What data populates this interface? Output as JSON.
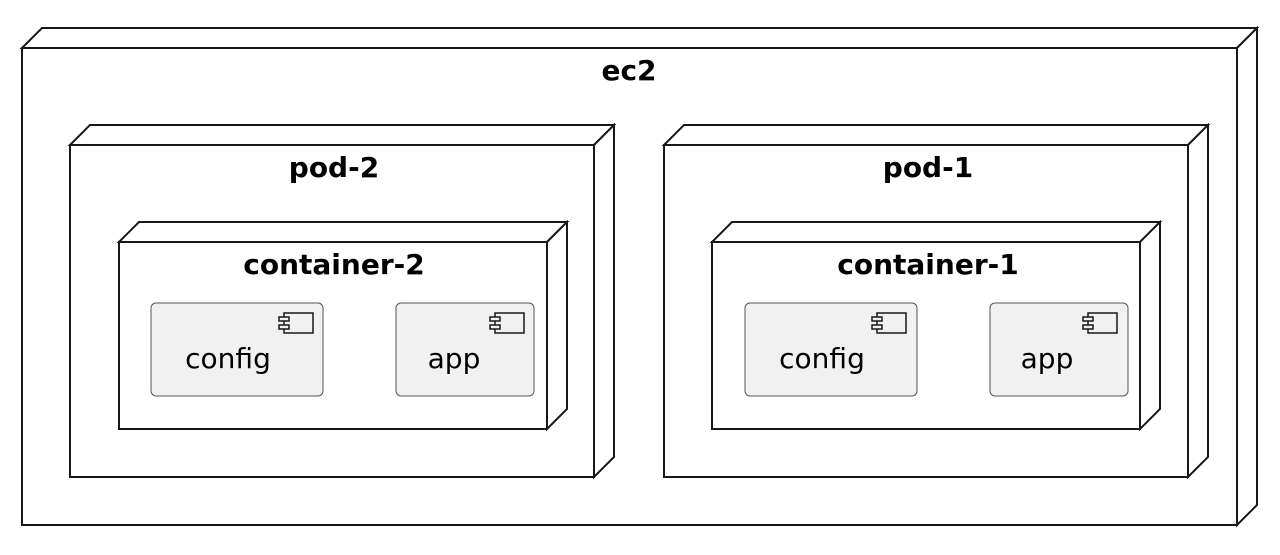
{
  "diagram": {
    "colors": {
      "node_fill": "#ffffff",
      "component_fill": "#f1f1f1",
      "stroke": "#181818",
      "component_stroke": "#555555"
    },
    "node": {
      "label": "ec2",
      "pods": [
        {
          "label": "pod-2",
          "container": {
            "label": "container-2",
            "components": [
              {
                "label": "config",
                "icon": "component-icon"
              },
              {
                "label": "app",
                "icon": "component-icon"
              }
            ]
          }
        },
        {
          "label": "pod-1",
          "container": {
            "label": "container-1",
            "components": [
              {
                "label": "config",
                "icon": "component-icon"
              },
              {
                "label": "app",
                "icon": "component-icon"
              }
            ]
          }
        }
      ]
    }
  }
}
